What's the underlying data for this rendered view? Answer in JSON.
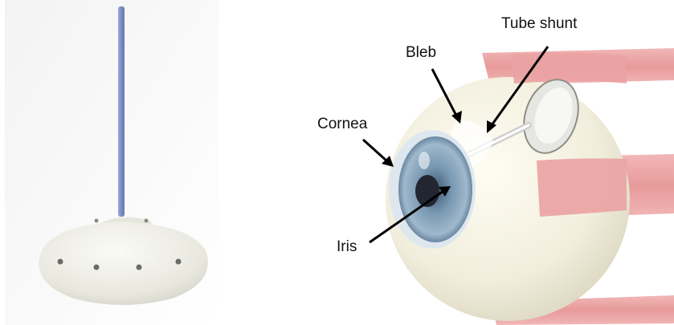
{
  "labels": {
    "tube_shunt": "Tube shunt",
    "bleb": "Bleb",
    "cornea": "Cornea",
    "iris": "Iris"
  },
  "icons": {
    "implant": "glaucoma-drainage-implant-icon",
    "eye": "eyeball-icon"
  },
  "colors": {
    "tube": "#8296c8",
    "plate": "#eeeee6",
    "muscle": "#eaa2a2",
    "iris": "#7a9ab4",
    "pupil": "#222630",
    "sclera": "#f5f3e6",
    "text": "#111111"
  }
}
